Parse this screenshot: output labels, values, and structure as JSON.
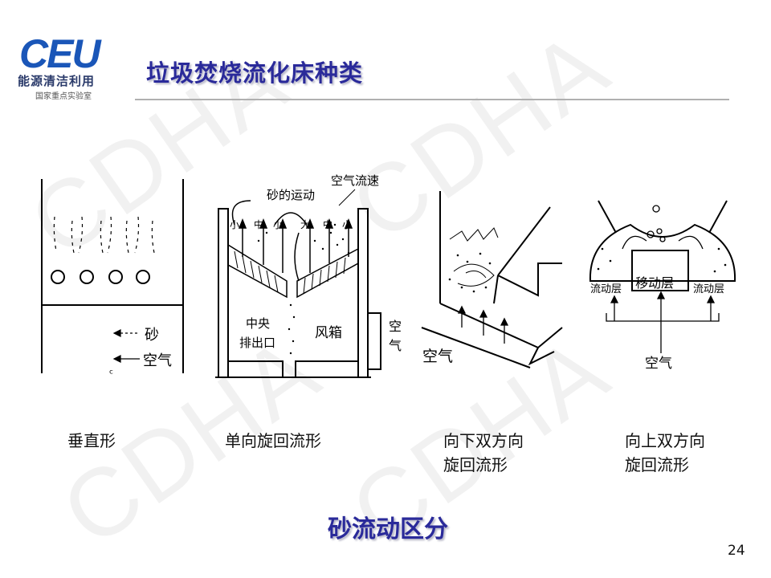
{
  "logo": {
    "mark": "CEU",
    "name": "能源清洁利用",
    "subtitle": "国家重点实验室"
  },
  "watermark": "CDHA",
  "title": "垃圾焚烧流化床种类",
  "diagrams": [
    {
      "caption": [
        "垂直形"
      ],
      "labels": {
        "sand": "砂",
        "air": "空气"
      }
    },
    {
      "caption": [
        "单向旋回流形"
      ],
      "labels": {
        "sand_motion": "砂的运动",
        "air_velocity": "空气流速",
        "small": "小",
        "medium": "中",
        "large": "大",
        "center_outlet_1": "中央",
        "center_outlet_2": "排出口",
        "windbox": "风箱",
        "air_1": "空",
        "air_2": "气"
      }
    },
    {
      "caption": [
        "向下双方向",
        "旋回流形"
      ],
      "labels": {
        "air": "空气"
      }
    },
    {
      "caption": [
        "向上双方向",
        "旋回流形"
      ],
      "labels": {
        "flow_layer": "流动层",
        "moving_layer": "移动层",
        "air": "空气",
        "circle": "o"
      }
    }
  ],
  "bottom_title": "砂流动区分",
  "page_number": "24",
  "colors": {
    "title": "#2a2a9a",
    "logo_blue": "#1a56b8"
  }
}
